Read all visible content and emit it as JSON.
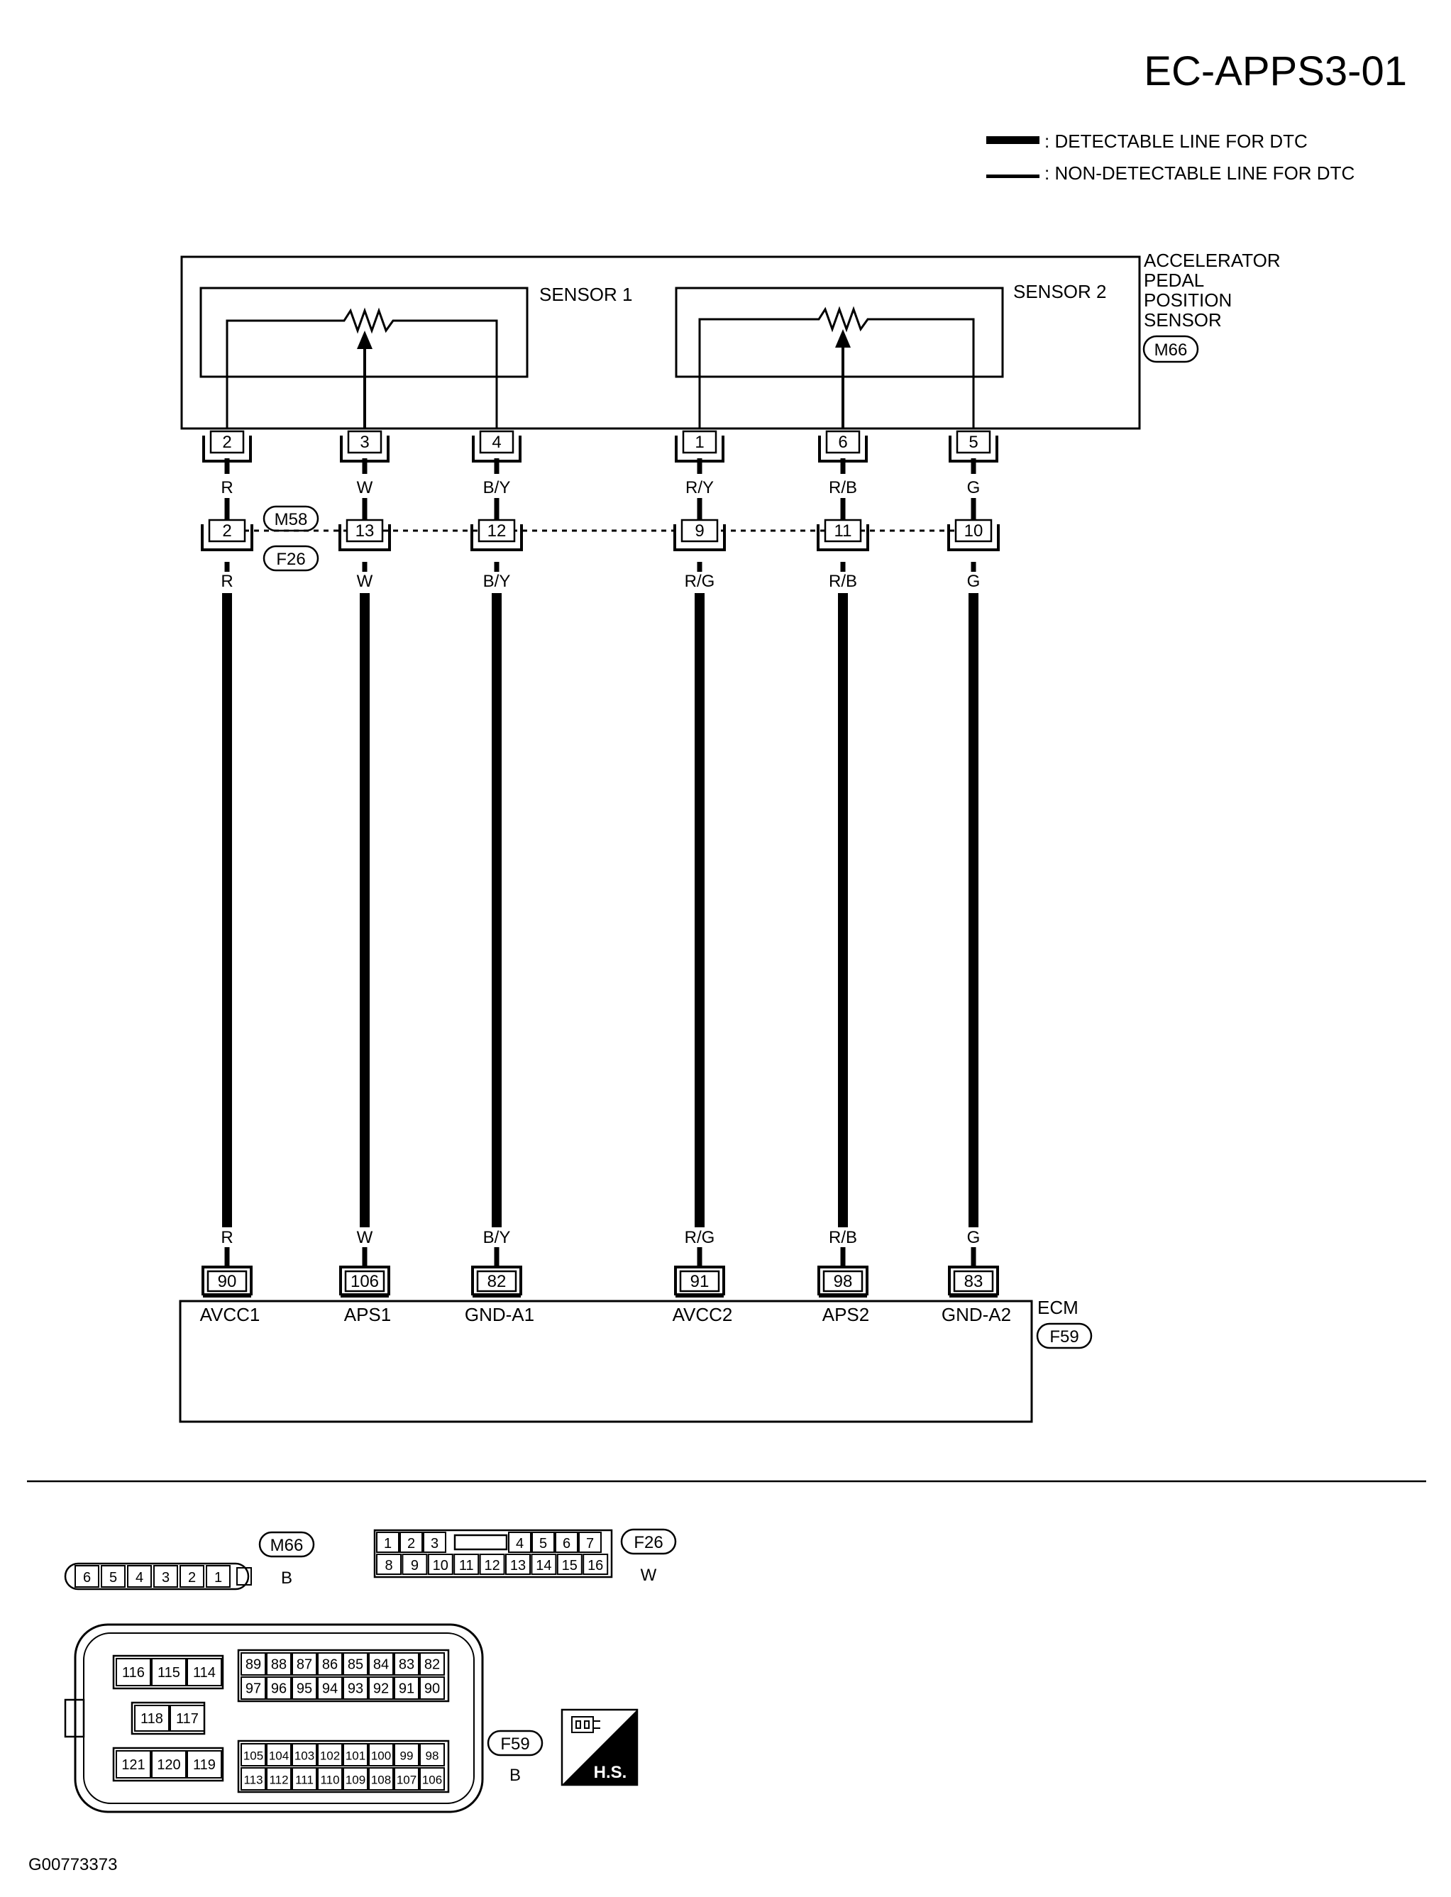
{
  "header": {
    "title": "EC-APPS3-01"
  },
  "legend": {
    "detectable": ": DETECTABLE LINE FOR DTC",
    "non_detectable": ": NON-DETECTABLE LINE FOR DTC"
  },
  "sensor_block": {
    "name_lines": [
      "ACCELERATOR",
      "PEDAL",
      "POSITION",
      "SENSOR"
    ],
    "connector_id": "M66",
    "sensor1_label": "SENSOR 1",
    "sensor2_label": "SENSOR 2"
  },
  "junction": {
    "upper_id": "M58",
    "lower_id": "F26"
  },
  "wires": [
    {
      "sensor_pin": "2",
      "color_upper": "R",
      "junction_pin": "2",
      "color_lower": "R",
      "color_ecm": "R",
      "ecm_pin": "90",
      "signal": "AVCC1"
    },
    {
      "sensor_pin": "3",
      "color_upper": "W",
      "junction_pin": "13",
      "color_lower": "W",
      "color_ecm": "W",
      "ecm_pin": "106",
      "signal": "APS1"
    },
    {
      "sensor_pin": "4",
      "color_upper": "B/Y",
      "junction_pin": "12",
      "color_lower": "B/Y",
      "color_ecm": "B/Y",
      "ecm_pin": "82",
      "signal": "GND-A1"
    },
    {
      "sensor_pin": "1",
      "color_upper": "R/Y",
      "junction_pin": "9",
      "color_lower": "R/G",
      "color_ecm": "R/G",
      "ecm_pin": "91",
      "signal": "AVCC2"
    },
    {
      "sensor_pin": "6",
      "color_upper": "R/B",
      "junction_pin": "11",
      "color_lower": "R/B",
      "color_ecm": "R/B",
      "ecm_pin": "98",
      "signal": "APS2"
    },
    {
      "sensor_pin": "5",
      "color_upper": "G",
      "junction_pin": "10",
      "color_lower": "G",
      "color_ecm": "G",
      "ecm_pin": "83",
      "signal": "GND-A2"
    }
  ],
  "ecm": {
    "label": "ECM",
    "connector_id": "F59"
  },
  "connector_views": {
    "m66": {
      "id": "M66",
      "color": "B",
      "pins": [
        "6",
        "5",
        "4",
        "3",
        "2",
        "1"
      ]
    },
    "f26": {
      "id": "F26",
      "color": "W",
      "row1": [
        "1",
        "2",
        "3",
        "4",
        "5",
        "6",
        "7"
      ],
      "row2": [
        "8",
        "9",
        "10",
        "11",
        "12",
        "13",
        "14",
        "15",
        "16"
      ]
    },
    "f59": {
      "id": "F59",
      "color": "B",
      "left_top": [
        "116",
        "115",
        "114"
      ],
      "left_mid": [
        "118",
        "117"
      ],
      "left_bot": [
        "121",
        "120",
        "119"
      ],
      "right_r1": [
        "89",
        "88",
        "87",
        "86",
        "85",
        "84",
        "83",
        "82"
      ],
      "right_r2": [
        "97",
        "96",
        "95",
        "94",
        "93",
        "92",
        "91",
        "90"
      ],
      "right_r3": [
        "105",
        "104",
        "103",
        "102",
        "101",
        "100",
        "99",
        "98"
      ],
      "right_r4": [
        "113",
        "112",
        "111",
        "110",
        "109",
        "108",
        "107",
        "106"
      ]
    }
  },
  "hs_badge": {
    "label": "H.S."
  },
  "footer": {
    "code": "G00773373"
  }
}
